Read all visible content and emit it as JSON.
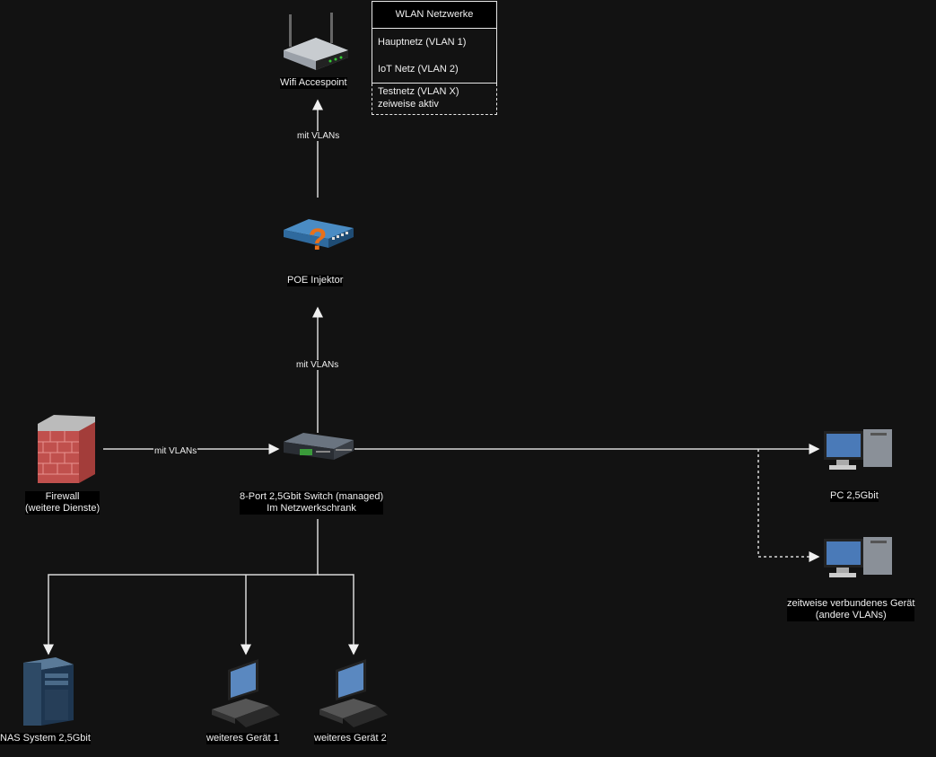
{
  "nodes": {
    "wifi_ap": {
      "label": "Wifi Accespoint"
    },
    "poe": {
      "label": "POE Injektor"
    },
    "firewall": {
      "label_line1": "Firewall",
      "label_line2": "(weitere Dienste)"
    },
    "switch": {
      "label_line1": "8-Port 2,5Gbit Switch (managed)",
      "label_line2": "Im Netzwerkschrank"
    },
    "pc": {
      "label": "PC 2,5Gbit"
    },
    "temp_device": {
      "label_line1": "zeitweise verbundenes Gerät",
      "label_line2": "(andere VLANs)"
    },
    "nas": {
      "label": "NAS System 2,5Gbit"
    },
    "device1": {
      "label": "weiteres Gerät 1"
    },
    "device2": {
      "label": "weiteres Gerät 2"
    }
  },
  "edges": {
    "poe_to_ap": "mit VLANs",
    "switch_to_poe": "mit VLANs",
    "firewall_to_switch": "mit VLANs"
  },
  "wlan_list": {
    "title": "WLAN Netzwerke",
    "items": [
      "Hauptnetz (VLAN 1)",
      "IoT Netz (VLAN 2)"
    ],
    "dashed_item_line1": "Testnetz (VLAN X)",
    "dashed_item_line2": "zeiweise aktiv"
  },
  "colors": {
    "background": "#121212",
    "line": "#e6e6e6",
    "firewall": "#c0504d",
    "poe_question": "#e8701a"
  }
}
